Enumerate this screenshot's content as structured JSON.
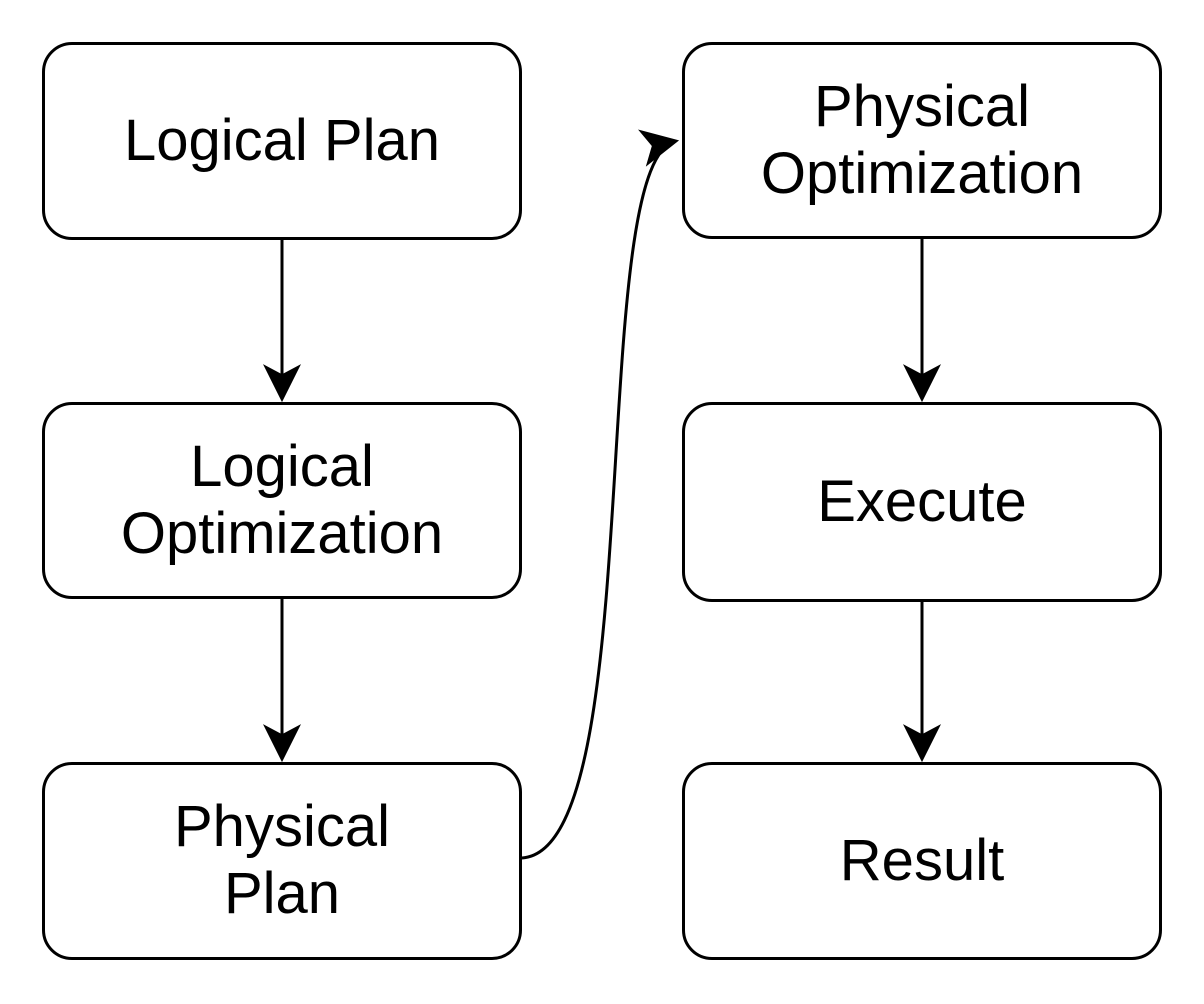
{
  "colors": {
    "background": "#ffffff",
    "node_fill": "#ffffff",
    "stroke": "#000000",
    "text": "#000000"
  },
  "nodes": [
    {
      "id": "logical-plan",
      "label": "Logical Plan"
    },
    {
      "id": "logical-optimization",
      "label": "Logical\nOptimization"
    },
    {
      "id": "physical-plan",
      "label": "Physical\nPlan"
    },
    {
      "id": "physical-optimization",
      "label": "Physical\nOptimization"
    },
    {
      "id": "execute",
      "label": "Execute"
    },
    {
      "id": "result",
      "label": "Result"
    }
  ],
  "edges": [
    {
      "from": "logical-plan",
      "to": "logical-optimization",
      "style": "straight-down"
    },
    {
      "from": "logical-optimization",
      "to": "physical-plan",
      "style": "straight-down"
    },
    {
      "from": "physical-plan",
      "to": "physical-optimization",
      "style": "curved-s"
    },
    {
      "from": "physical-optimization",
      "to": "execute",
      "style": "straight-down"
    },
    {
      "from": "execute",
      "to": "result",
      "style": "straight-down"
    }
  ]
}
